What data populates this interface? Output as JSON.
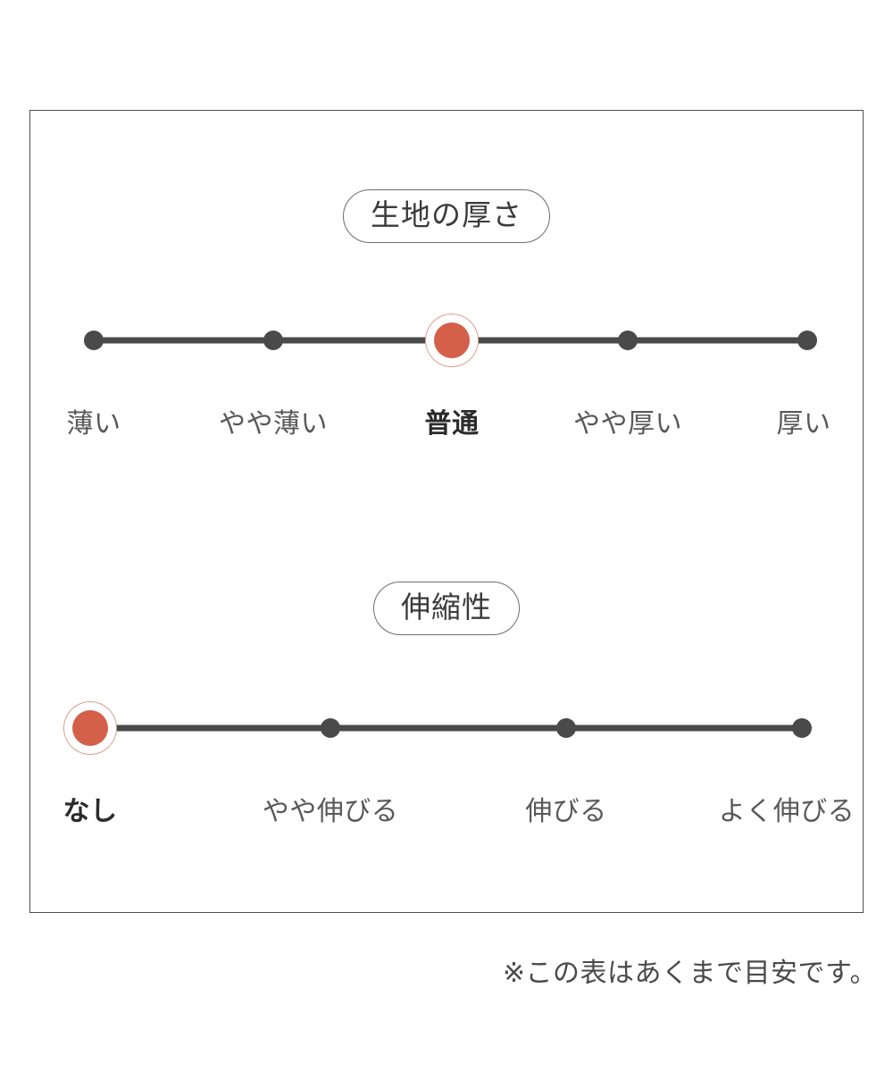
{
  "card": {
    "border_color": "#4f4f4f"
  },
  "colors": {
    "selected": "#d4604a",
    "selected_ring": "#dba08f",
    "node": "#4a4a4a",
    "track": "#4a4a4a",
    "label": "#585858",
    "label_selected": "#2b2b2b"
  },
  "sections": [
    {
      "id": "fabric-thickness",
      "badge_label": "生地の厚さ",
      "selected_index": 2,
      "options": [
        {
          "label": "薄い"
        },
        {
          "label": "やや薄い"
        },
        {
          "label": "普通"
        },
        {
          "label": "やや厚い"
        },
        {
          "label": "厚い"
        }
      ]
    },
    {
      "id": "stretchiness",
      "badge_label": "伸縮性",
      "selected_index": 0,
      "options": [
        {
          "label": "なし"
        },
        {
          "label": "やや伸びる"
        },
        {
          "label": "伸びる"
        },
        {
          "label": "よく伸びる"
        }
      ]
    }
  ],
  "footnote": "※この表はあくまで目安です。"
}
